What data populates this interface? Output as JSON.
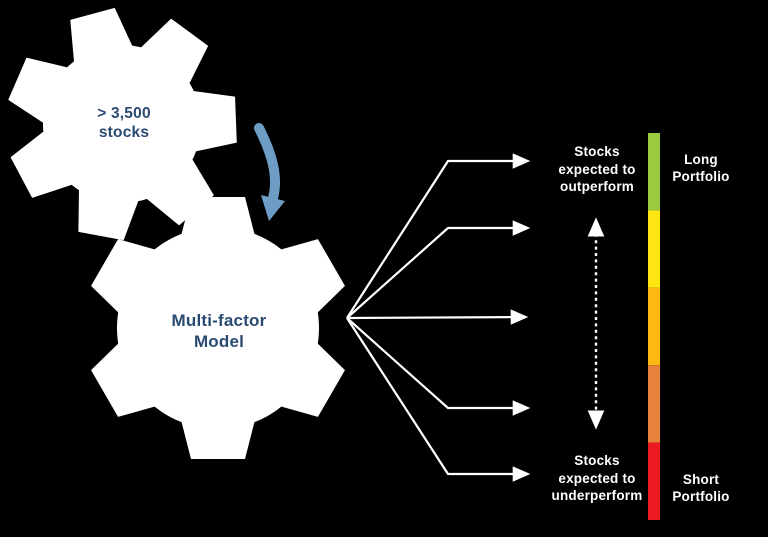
{
  "title": "Multi-factor model stock ranking diagram",
  "gears": {
    "universe": {
      "line1": "> 3,500",
      "line2": "stocks"
    },
    "model": {
      "line1": "Multi-factor",
      "line2": "Model"
    }
  },
  "outcomes": {
    "outperform": {
      "line1": "Stocks",
      "line2": "expected to",
      "line3": "outperform"
    },
    "underperform": {
      "line1": "Stocks",
      "line2": "expected to",
      "line3": "underperform"
    }
  },
  "portfolios": {
    "long": {
      "line1": "Long",
      "line2": "Portfolio"
    },
    "short": {
      "line1": "Short",
      "line2": "Portfolio"
    }
  },
  "spectrum": {
    "colors": {
      "green": "#9BCA3E",
      "yellow": "#FFE612",
      "amber": "#FCB813",
      "orange": "#E8823A",
      "red": "#EC1B23"
    }
  },
  "icons": {
    "universe_gear": "gear-icon",
    "model_gear": "gear-icon",
    "flow_arrow": "curved-down-arrow-icon",
    "fan_lines": "branch-arrows-icon",
    "spectrum_arrow": "double-headed-dashed-arrow-icon"
  },
  "colors": {
    "background": "#000000",
    "gear_fill": "#FFFFFF",
    "gear_text_navy": "#2B4A72",
    "flow_arrow_blue": "#6D9DC5",
    "line_white": "#FFFFFF",
    "label_white": "#FFFFFF"
  }
}
